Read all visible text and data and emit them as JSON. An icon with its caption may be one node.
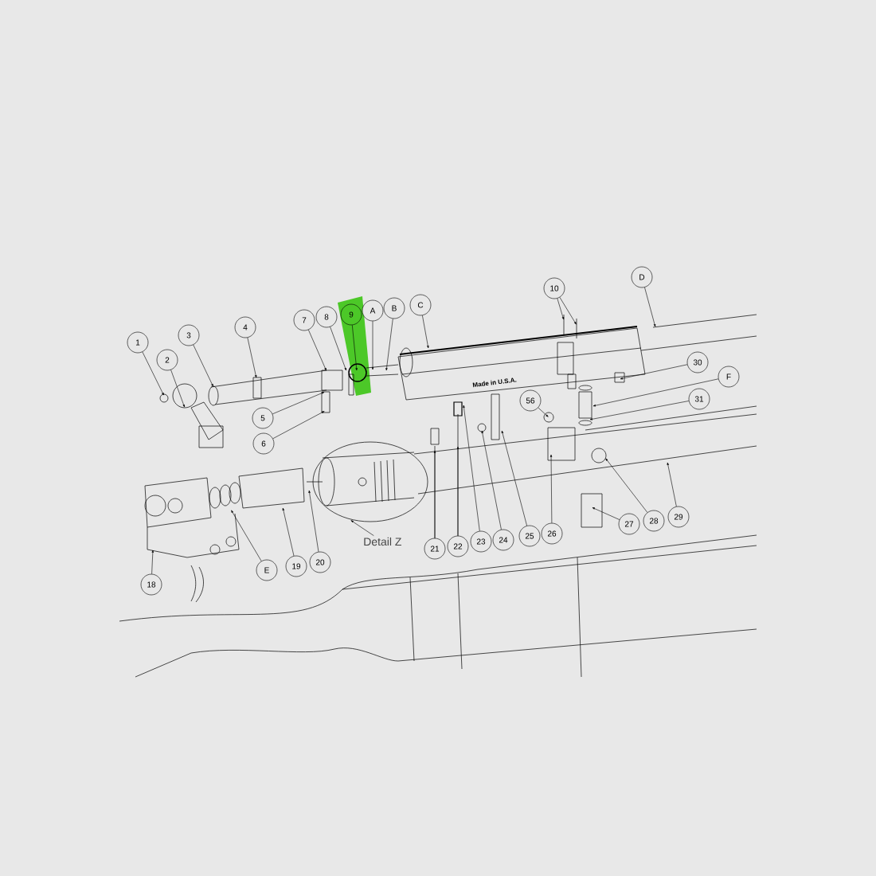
{
  "diagram": {
    "nodes": [
      {
        "text": [
          "1"
        ]
      },
      {
        "text": [
          "2"
        ]
      },
      {
        "text": [
          "3"
        ]
      },
      {
        "text": [
          "4"
        ]
      },
      {
        "text": [
          "7"
        ]
      },
      {
        "text": [
          "8"
        ]
      },
      {
        "text": [
          "9"
        ]
      },
      {
        "text": [
          "A"
        ]
      },
      {
        "text": [
          "B"
        ]
      },
      {
        "text": [
          "C"
        ]
      },
      {
        "text": [
          "10"
        ]
      },
      {
        "text": [
          "D"
        ]
      },
      {
        "text": [
          "30"
        ]
      },
      {
        "text": [
          "F"
        ]
      },
      {
        "text": [
          "31"
        ]
      },
      {
        "text": [
          "56"
        ]
      },
      {
        "text": [
          "5"
        ]
      },
      {
        "text": [
          "6"
        ]
      },
      {
        "text": [
          "21"
        ]
      },
      {
        "text": [
          "22"
        ]
      },
      {
        "text": [
          "23"
        ]
      },
      {
        "text": [
          "24"
        ]
      },
      {
        "text": [
          "25"
        ]
      },
      {
        "text": [
          "26"
        ]
      },
      {
        "text": [
          "27"
        ]
      },
      {
        "text": [
          "28"
        ]
      },
      {
        "text": [
          "29"
        ]
      },
      {
        "text": [
          "Detail Z"
        ]
      },
      {
        "text": [
          "E"
        ]
      },
      {
        "text": [
          "19"
        ]
      },
      {
        "text": [
          "20"
        ]
      },
      {
        "text": [
          "18"
        ]
      }
    ],
    "edges": [
      {
        "from": 0,
        "to": null,
        "arrow": "to"
      },
      {
        "from": 1,
        "to": null,
        "arrow": "to"
      },
      {
        "from": 2,
        "to": null,
        "arrow": "to"
      },
      {
        "from": 3,
        "to": null,
        "arrow": "to"
      },
      {
        "from": 4,
        "to": null,
        "arrow": "to"
      },
      {
        "from": 5,
        "to": null,
        "arrow": "to"
      },
      {
        "from": 6,
        "to": null,
        "arrow": "to"
      },
      {
        "from": 7,
        "to": null,
        "arrow": "to"
      },
      {
        "from": 8,
        "to": null,
        "arrow": "to"
      },
      {
        "from": 9,
        "to": null,
        "arrow": "to"
      },
      {
        "from": 10,
        "to": null,
        "arrow": "to"
      },
      {
        "from": 10,
        "to": null,
        "arrow": "to"
      },
      {
        "from": 11,
        "to": null,
        "arrow": "to"
      },
      {
        "from": 12,
        "to": null,
        "arrow": "to"
      },
      {
        "from": 13,
        "to": null,
        "arrow": "to"
      },
      {
        "from": 14,
        "to": null,
        "arrow": "to"
      },
      {
        "from": 15,
        "to": null,
        "arrow": "to"
      },
      {
        "from": 16,
        "to": null,
        "arrow": "to"
      },
      {
        "from": 17,
        "to": null,
        "arrow": "to"
      },
      {
        "from": 18,
        "to": null,
        "arrow": "to"
      },
      {
        "from": 19,
        "to": null,
        "arrow": "to"
      },
      {
        "from": 20,
        "to": null,
        "arrow": "to"
      },
      {
        "from": 21,
        "to": null,
        "arrow": "to"
      },
      {
        "from": 22,
        "to": null,
        "arrow": "to"
      },
      {
        "from": 23,
        "to": null,
        "arrow": "to"
      },
      {
        "from": 24,
        "to": null,
        "arrow": "to"
      },
      {
        "from": 25,
        "to": null,
        "arrow": "to"
      },
      {
        "from": 26,
        "to": null,
        "arrow": "to"
      },
      {
        "from": 27,
        "to": null,
        "arrow": "to"
      },
      {
        "from": 28,
        "to": null,
        "arrow": "to"
      },
      {
        "from": 29,
        "to": null,
        "arrow": "to"
      },
      {
        "from": 30,
        "to": null,
        "arrow": "to"
      },
      {
        "from": 31,
        "to": null,
        "arrow": "to"
      }
    ],
    "labels": [
      "Made in U.S.A."
    ]
  }
}
